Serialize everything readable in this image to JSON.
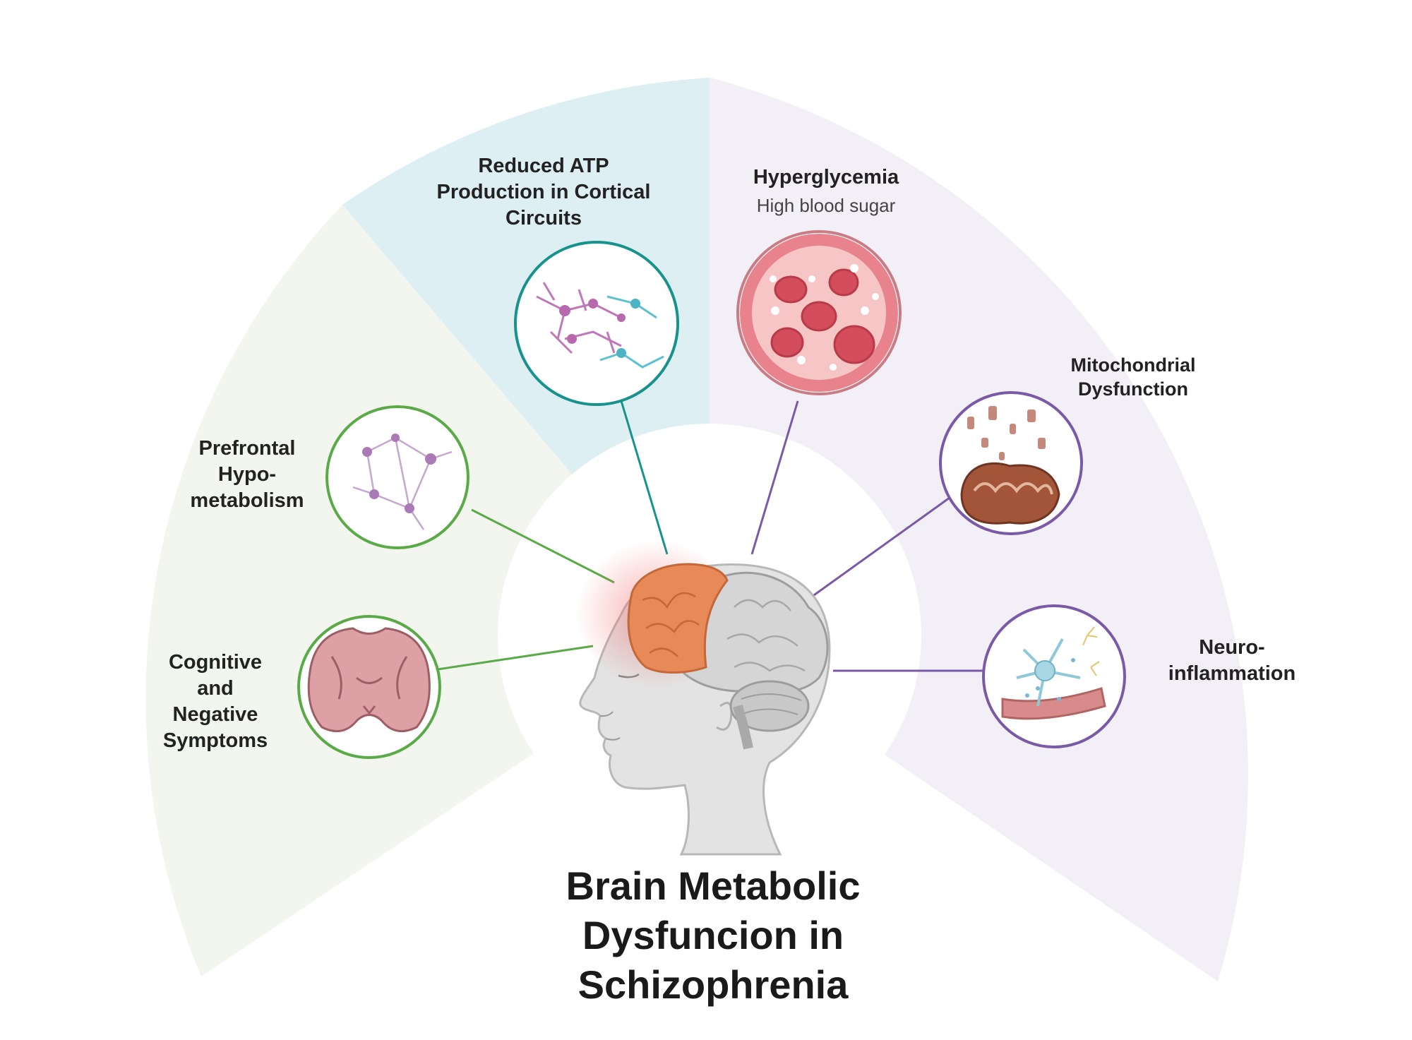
{
  "title": {
    "line1": "Brain Metabolic",
    "line2": "Dysfuncion in",
    "line3": "Schizophrenia"
  },
  "segments": {
    "atp": {
      "lines": [
        "Reduced ATP",
        "Production in Cortical",
        "Circuits"
      ],
      "color": "#17928c"
    },
    "hyperglycemia": {
      "title": "Hyperglycemia",
      "subtitle": "High blood sugar",
      "color": "#7a5aa6"
    },
    "mitochondrial": {
      "lines": [
        "Mitochondrial",
        "Dysfunction"
      ],
      "color": "#7a5aa6"
    },
    "neuroinflammation": {
      "lines": [
        "Neuro-",
        "inflammation"
      ],
      "color": "#7a5aa6"
    },
    "prefrontal": {
      "lines": [
        "Prefrontal",
        "Hypo-",
        "metabolism"
      ],
      "color": "#5aaa48"
    },
    "cognitive": {
      "lines": [
        "Cognitive",
        "and",
        "Negative",
        "Symptoms"
      ],
      "color": "#5aaa48"
    }
  },
  "colors": {
    "sector_left": "#f3f6ef",
    "sector_top": "#deeff3",
    "sector_right": "#f3eff6",
    "brain_frontal": "#e88a57",
    "brain_rest": "#d5d5d5",
    "head": "#e3e3e3"
  },
  "icons": [
    "cortical-neurons-icon",
    "blood-vessel-icon",
    "mitochondrion-icon",
    "microglia-icon",
    "neuron-network-icon",
    "brain-section-icon",
    "head-profile-icon"
  ]
}
